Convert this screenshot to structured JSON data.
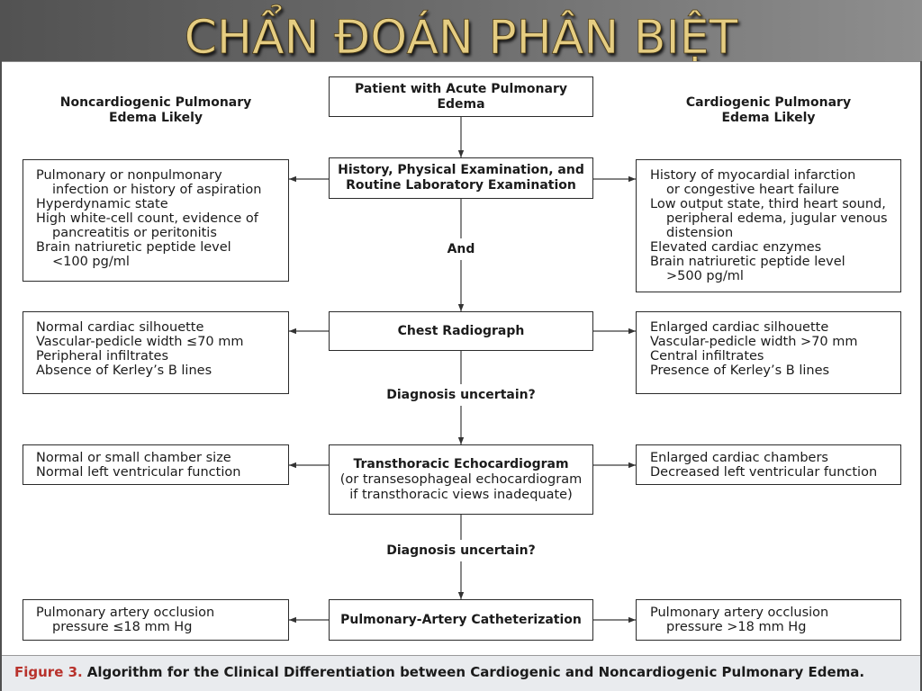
{
  "slide_title": "CHẨN ĐOÁN PHÂN BIỆT",
  "colors": {
    "title_gold": "#e5cd82",
    "banner_dark": "#525252",
    "banner_light": "#8e8e8e",
    "figure_label_red": "#b8322c",
    "caption_band": "#e9ebee",
    "box_border": "#2b2b2b"
  },
  "flowchart": {
    "column_headers": {
      "noncardiogenic": [
        "Noncardiogenic Pulmonary",
        "Edema Likely"
      ],
      "cardiogenic": [
        "Cardiogenic Pulmonary",
        "Edema Likely"
      ]
    },
    "start": [
      "Patient with Acute Pulmonary",
      "Edema"
    ],
    "connector_labels": [
      "And",
      "Diagnosis uncertain?",
      "Diagnosis uncertain?"
    ],
    "steps": [
      {
        "title": [
          "History, Physical Examination, and",
          "Routine Laboratory Examination"
        ],
        "noncardiogenic": [
          [
            "Pulmonary or nonpulmonary",
            "infection or history of aspiration"
          ],
          [
            "Hyperdynamic state"
          ],
          [
            "High white-cell count, evidence of",
            "pancreatitis or peritonitis"
          ],
          [
            "Brain natriuretic peptide level",
            "<100 pg/ml"
          ]
        ],
        "cardiogenic": [
          [
            "History of myocardial infarction",
            "or congestive heart failure"
          ],
          [
            "Low output state, third heart sound,",
            "peripheral edema, jugular venous",
            "distension"
          ],
          [
            "Elevated cardiac enzymes"
          ],
          [
            "Brain natriuretic peptide level",
            ">500 pg/ml"
          ]
        ]
      },
      {
        "title": [
          "Chest Radiograph"
        ],
        "noncardiogenic": [
          [
            "Normal cardiac silhouette"
          ],
          [
            "Vascular-pedicle width ≤70 mm"
          ],
          [
            "Peripheral infiltrates"
          ],
          [
            "Absence of Kerley’s B lines"
          ]
        ],
        "cardiogenic": [
          [
            "Enlarged cardiac silhouette"
          ],
          [
            "Vascular-pedicle width >70 mm"
          ],
          [
            "Central infiltrates"
          ],
          [
            "Presence of Kerley’s B lines"
          ]
        ]
      },
      {
        "title": [
          "Transthoracic Echocardiogram"
        ],
        "note": [
          "(or transesophageal echocardiogram",
          "if transthoracic views inadequate)"
        ],
        "noncardiogenic": [
          [
            "Normal or small chamber size"
          ],
          [
            "Normal left ventricular function"
          ]
        ],
        "cardiogenic": [
          [
            "Enlarged cardiac chambers"
          ],
          [
            "Decreased left ventricular function"
          ]
        ]
      },
      {
        "title": [
          "Pulmonary-Artery Catheterization"
        ],
        "noncardiogenic": [
          [
            "Pulmonary artery occlusion",
            "pressure ≤18 mm Hg"
          ]
        ],
        "cardiogenic": [
          [
            "Pulmonary artery occlusion",
            "pressure >18 mm Hg"
          ]
        ]
      }
    ]
  },
  "caption": {
    "label": "Figure 3.",
    "text": "Algorithm for the Clinical Differentiation between Cardiogenic and Noncardiogenic Pulmonary Edema."
  }
}
